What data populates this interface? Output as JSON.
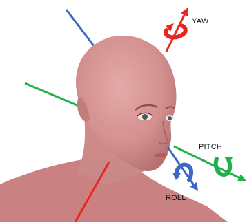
{
  "figure": {
    "subject": "head",
    "axes": [
      {
        "id": "yaw",
        "label": "YAW",
        "color": "#e8261f",
        "icon": "yaw-rotation-icon"
      },
      {
        "id": "pitch",
        "label": "PITCH",
        "color": "#21b14b",
        "icon": "pitch-rotation-icon"
      },
      {
        "id": "roll",
        "label": "ROLL",
        "color": "#3b67c9",
        "icon": "roll-rotation-icon"
      }
    ],
    "skin_color": "#d99a98",
    "background": "#ffffff"
  }
}
